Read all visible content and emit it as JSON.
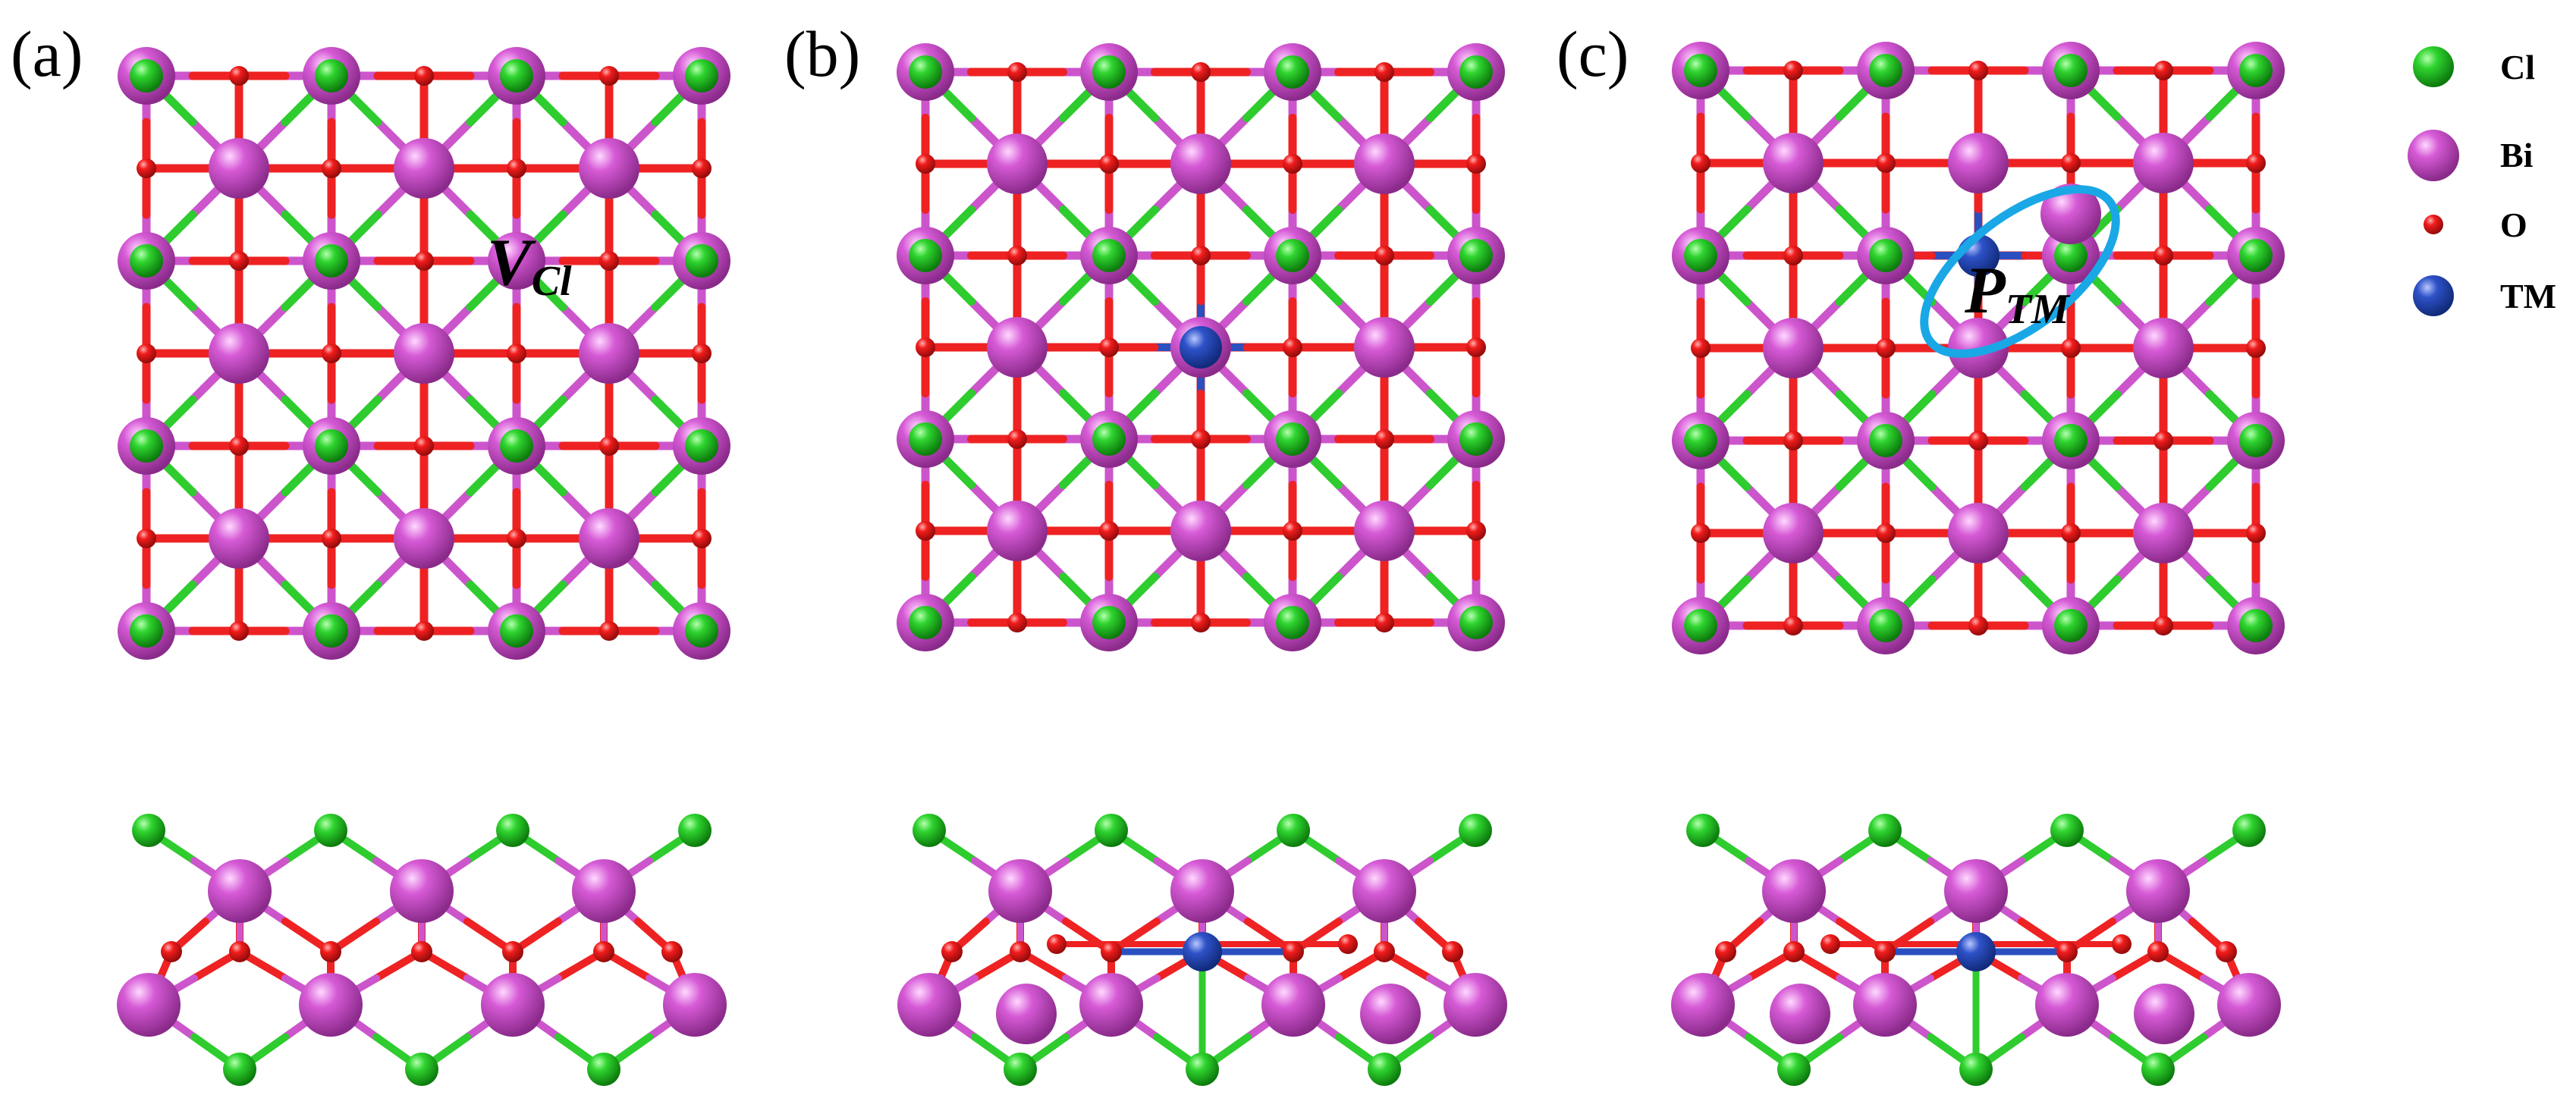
{
  "panels": [
    {
      "id": "a",
      "label": "(a)"
    },
    {
      "id": "b",
      "label": "(b)"
    },
    {
      "id": "c",
      "label": "(c)"
    }
  ],
  "defects": {
    "vacancy": {
      "main": "V",
      "sub": "Cl"
    },
    "position": {
      "main": "P",
      "sub": "TM"
    }
  },
  "legend": [
    {
      "label": "Cl",
      "color": "#22cc22"
    },
    {
      "label": "Bi",
      "color": "#cc44cc"
    },
    {
      "label": "O",
      "color": "#ee1111"
    },
    {
      "label": "TM",
      "color": "#2244bb"
    }
  ],
  "colors": {
    "cl_bond": "#2ecc2e",
    "bi_bond": "#cc55cc",
    "o_bond": "#ee2222",
    "tm_bond": "#2a4fbf",
    "highlight_ellipse": "#1aa7e6"
  }
}
